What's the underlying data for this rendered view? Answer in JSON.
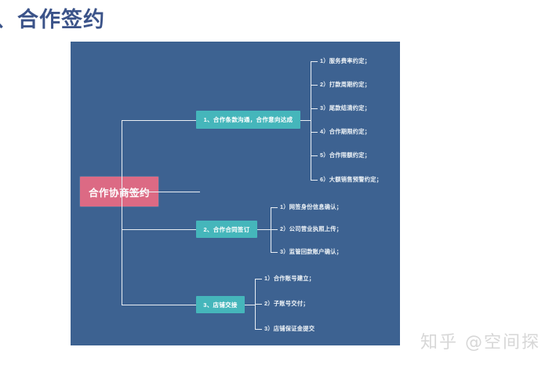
{
  "slide": {
    "title": "、合作签约"
  },
  "mindmap": {
    "root": {
      "label": "合作协商签约",
      "color": "#dc6a84"
    },
    "branch_color": "#45b6bb",
    "canvas_color": "#3d6291",
    "line_color": "#e9eef3",
    "branches": [
      {
        "label": "1、合作条款沟通，合作意向达成",
        "items": [
          "1）服务费率约定；",
          "2）打款周期约定；",
          "3）尾款结清约定；",
          "4）合作期限约定；",
          "5）合作限额约定；",
          "6）大额销售预警约定；"
        ]
      },
      {
        "label": "2、合作合同签订",
        "items": [
          "1）网签身份信息确认；",
          "2）公司营业执照上传；",
          "3）监管回款账户确认；"
        ]
      },
      {
        "label": "3、店铺交接",
        "items": [
          "1）合作账号建立；",
          "2）子账号交付；",
          "3）店铺保证金提交"
        ]
      }
    ]
  },
  "watermark": {
    "text": "知乎 @空间探"
  }
}
